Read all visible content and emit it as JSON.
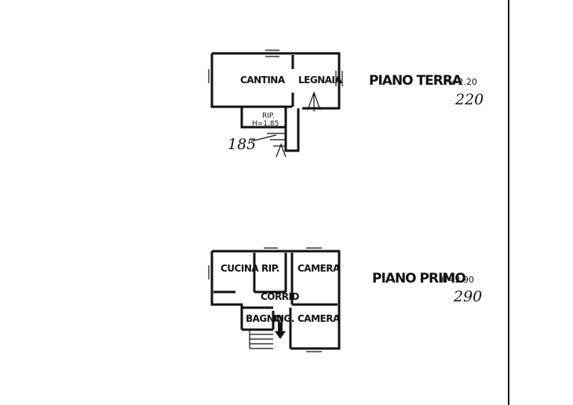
{
  "piano_terra": {
    "title": "PIANO TERRA",
    "height_label": "H=2.20",
    "height_handwritten": "220",
    "rooms": {
      "cantina": "CANTINA",
      "legnaia": "LEGNAIA",
      "rip": "RIP.",
      "rip_height": "H=1.85"
    },
    "handwritten_note": "185"
  },
  "piano_primo": {
    "title": "PIANO PRIMO",
    "height_label": "H=2.90",
    "height_handwritten": "290",
    "rooms": {
      "cucina": "CUCINA",
      "rip": "RIP.",
      "camera_top": "CAMERA",
      "corrid": "CORRID",
      "bagno": "BAGNO",
      "ing": "ING.",
      "camera_bottom": "CAMERA"
    }
  }
}
